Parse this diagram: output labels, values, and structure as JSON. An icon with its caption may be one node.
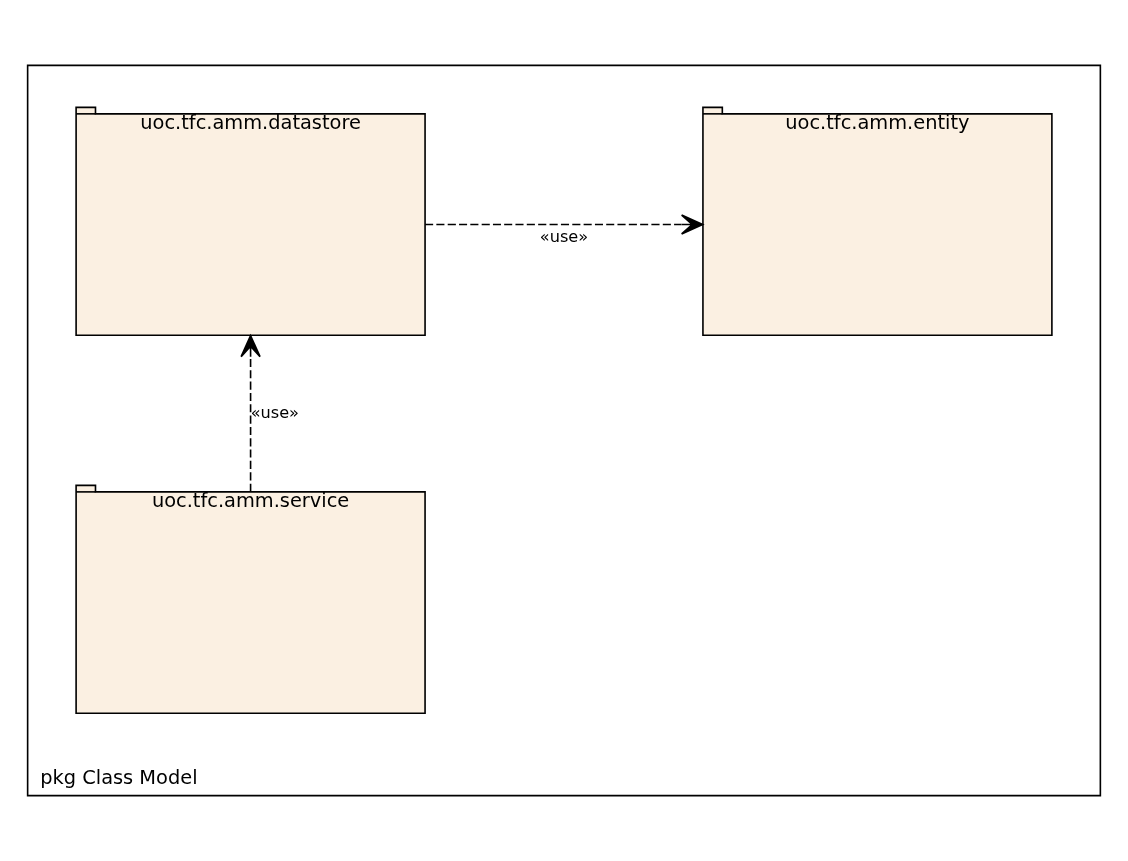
{
  "diagram": {
    "nodes": [
      {
        "text": [
          "pkg Class Model"
        ]
      },
      {
        "text": [
          "uoc.tfc.amm.datastore"
        ],
        "in": 0
      },
      {
        "text": [
          "uoc.tfc.amm.entity"
        ],
        "in": 0
      },
      {
        "text": [
          "uoc.tfc.amm.service"
        ],
        "in": 0
      }
    ],
    "edges": [
      {
        "from": 1,
        "to": 2,
        "arrow": "to",
        "label": "«use»",
        "style": "dashed"
      },
      {
        "from": 3,
        "to": 1,
        "arrow": "to",
        "label": "«use»",
        "style": "dashed"
      }
    ]
  }
}
